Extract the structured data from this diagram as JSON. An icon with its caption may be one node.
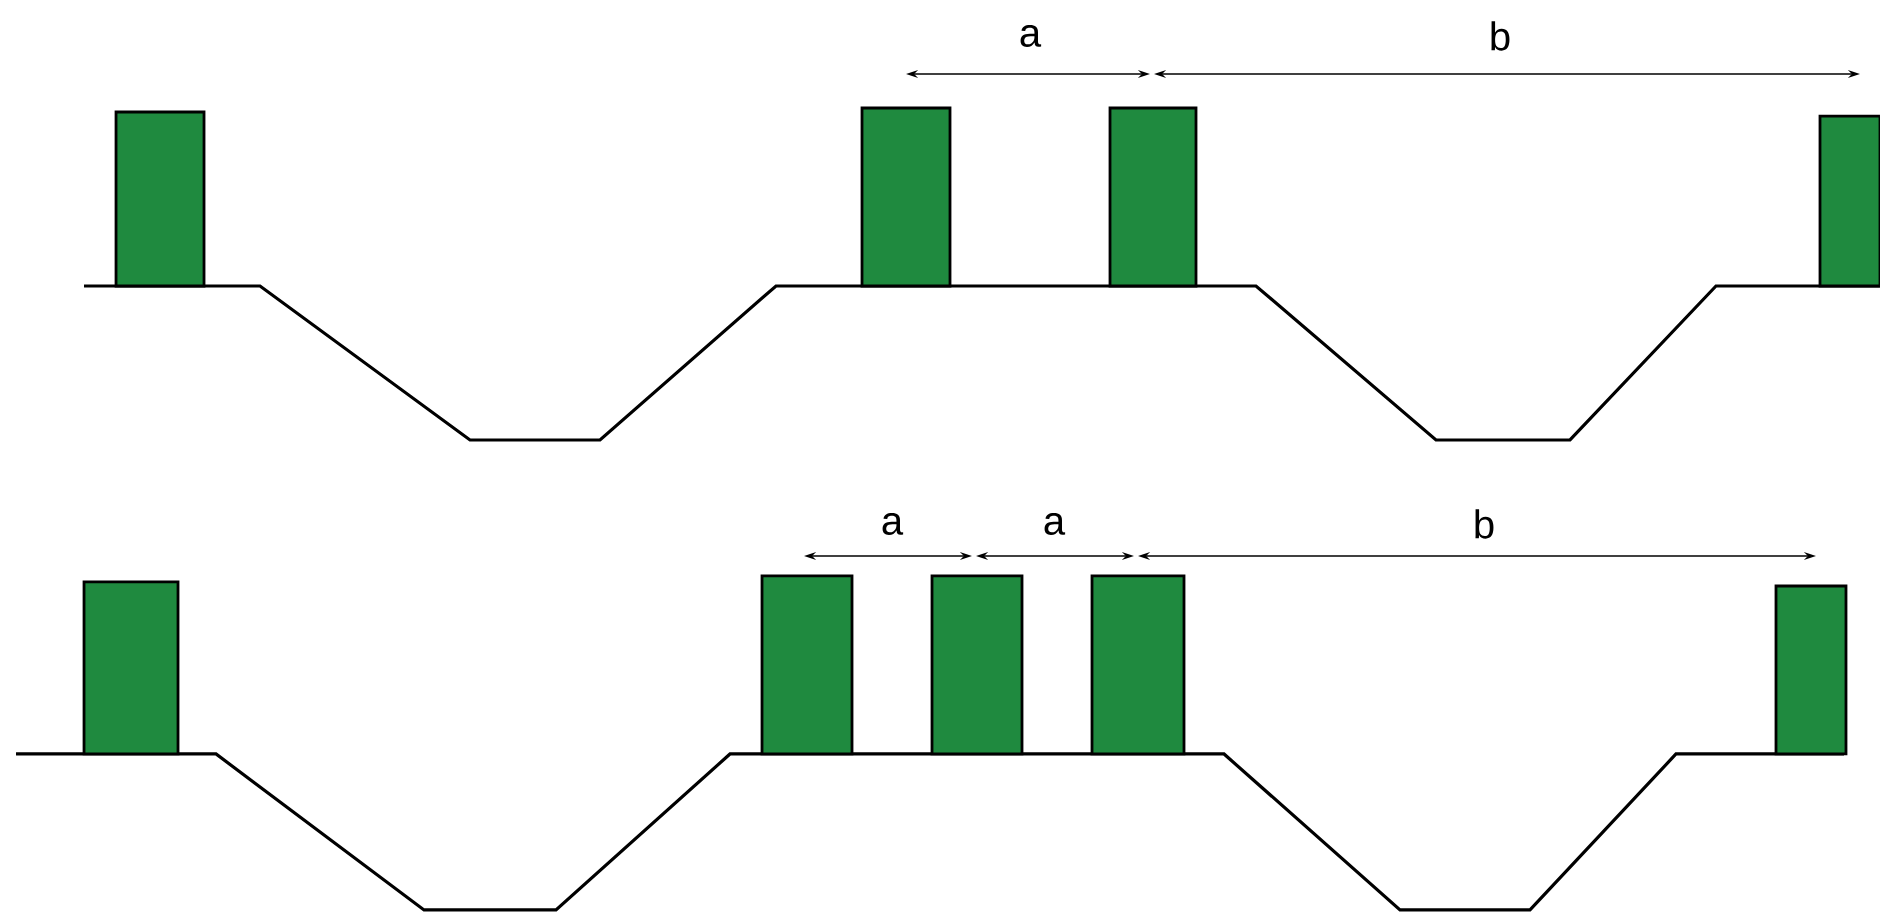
{
  "diagram": {
    "labels": [
      "a",
      "b",
      "a",
      "a",
      "b"
    ]
  }
}
